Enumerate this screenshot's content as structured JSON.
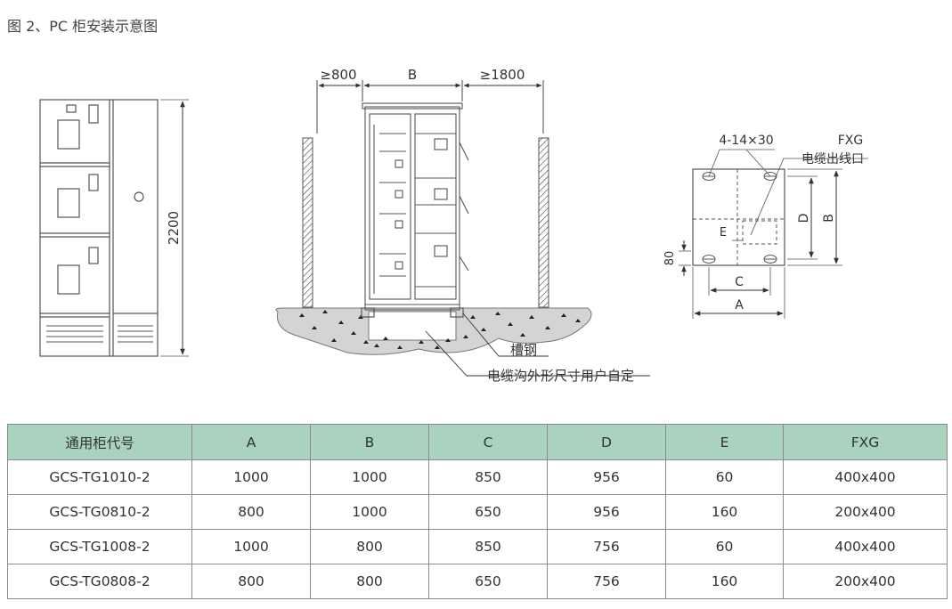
{
  "caption": "图 2、PC 柜安装示意图",
  "front_view": {
    "height_label": "2200"
  },
  "side_view": {
    "left_clearance": "≥800",
    "width_label": "B",
    "right_clearance": "≥1800",
    "channel_label": "槽钢",
    "trench_label": "电缆沟外形尺寸用户自定"
  },
  "plan_view": {
    "holes_label": "4-14×30",
    "fxg_label": "FXG",
    "outlet_label": "电缆出线口",
    "dim_e": "E",
    "dim_d": "D",
    "dim_b": "B",
    "dim_80": "80",
    "dim_c": "C",
    "dim_a": "A"
  },
  "table": {
    "headers": [
      "通用柜代号",
      "A",
      "B",
      "C",
      "D",
      "E",
      "FXG"
    ],
    "rows": [
      [
        "GCS-TG1010-2",
        "1000",
        "1000",
        "850",
        "956",
        "60",
        "400x400"
      ],
      [
        "GCS-TG0810-2",
        "800",
        "1000",
        "650",
        "956",
        "160",
        "200x400"
      ],
      [
        "GCS-TG1008-2",
        "1000",
        "800",
        "850",
        "756",
        "60",
        "400x400"
      ],
      [
        "GCS-TG0808-2",
        "800",
        "800",
        "650",
        "756",
        "160",
        "200x400"
      ]
    ]
  }
}
